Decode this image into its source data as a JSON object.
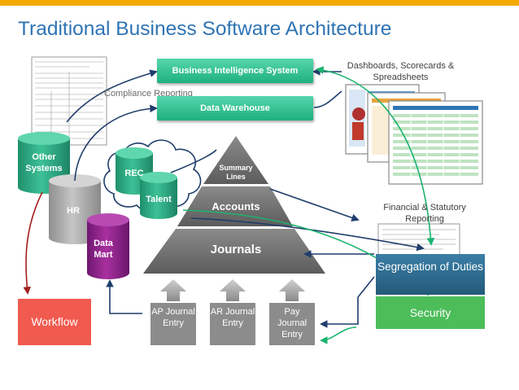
{
  "title": "Traditional Business Software Architecture",
  "colors": {
    "accent_bar": "#f2a900",
    "title": "#2f74b5",
    "green_box": "#22b07f",
    "cylinder_teal": "#2aa17b",
    "cylinder_gray": "#a9a9a9",
    "cylinder_purple": "#8b1e88",
    "workflow": "#f05a4f",
    "segregation": "#2d6b8f",
    "security": "#4dbd5a",
    "pyramid": "#707070",
    "arrow_blue": "#1f3d6b",
    "arrow_green": "#1bb36e",
    "arrow_red": "#a31e1e"
  },
  "boxes": {
    "bi_system": "Business Intelligence System",
    "data_warehouse": "Data Warehouse",
    "workflow": "Workflow",
    "segregation": "Segregation of Duties",
    "security": "Security"
  },
  "labels": {
    "compliance": "Compliance Reporting",
    "dashboards": "Dashboards, Scorecards & Spreadsheets",
    "financial": "Financial & Statutory Reporting"
  },
  "cylinders": {
    "other_systems": "Other Systems",
    "rec": "REC",
    "talent": "Talent",
    "hr": "HR",
    "data_mart": "Data Mart"
  },
  "pyramid": {
    "summary": "Summary Lines",
    "accounts": "Accounts",
    "journals": "Journals"
  },
  "entries": [
    {
      "label": "AP Journal Entry"
    },
    {
      "label": "AR Journal Entry"
    },
    {
      "label": "Pay Journal Entry"
    }
  ],
  "icons": {
    "paper_form": "document-form-icon",
    "spreadsheets": "spreadsheet-stack-icon",
    "report_sheet": "report-sheet-icon",
    "cloud": "cloud-icon",
    "up_arrow": "up-arrow-icon"
  }
}
